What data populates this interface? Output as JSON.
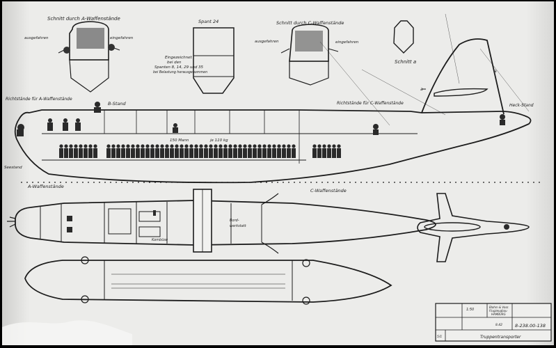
{
  "drawing": {
    "colors": {
      "paper": "#ededeb",
      "ink": "#1c1c1c",
      "shadow": "#9a9a98",
      "dark": "#2a2a2a"
    },
    "section_a_title": "Schnitt durch A-Waffenstände",
    "section_a_left": "ausgefahren",
    "section_a_right": "eingefahren",
    "spant_title": "Spant 24",
    "spant_note_1": "Eingezeichnet",
    "spant_note_2": "bei den",
    "spant_note_3": "Spanten 8, 14, 29 und 35",
    "spant_note_4": "bei Belastung herausgenommen",
    "section_c_title": "Schnitt durch C-Waffenstände",
    "section_c_left": "ausgefahren",
    "section_c_right": "eingefahren",
    "schnitt_a": "Schnitt a",
    "label_a_left": "a",
    "label_a_right": "a",
    "richt_a": "Richtstände für A-Waffenstände",
    "b_stand": "B-Stand",
    "richt_c": "Richtstände für C-Waffenstände",
    "heck_stand": "Heck-Stand",
    "capacity_men": "150 Mann",
    "capacity_weight": "je 110 kg",
    "seestand": "Seestand",
    "a_waffen": "A-Waffenstände",
    "c_waffen": "C-Waffenstände",
    "plan_label_1": "Bord-",
    "plan_label_2": "werkstatt",
    "plan_label_3": "Kombüse"
  },
  "title_block": {
    "scale": "1:50",
    "company_1": "Blohm & Voss",
    "company_2": "Flugzeugbau",
    "company_3": "HAMBURG",
    "date": "8.42",
    "drawing_number": "8-238.00-138",
    "drawing_title": "Truppentransporter",
    "sheet": "5/1"
  }
}
